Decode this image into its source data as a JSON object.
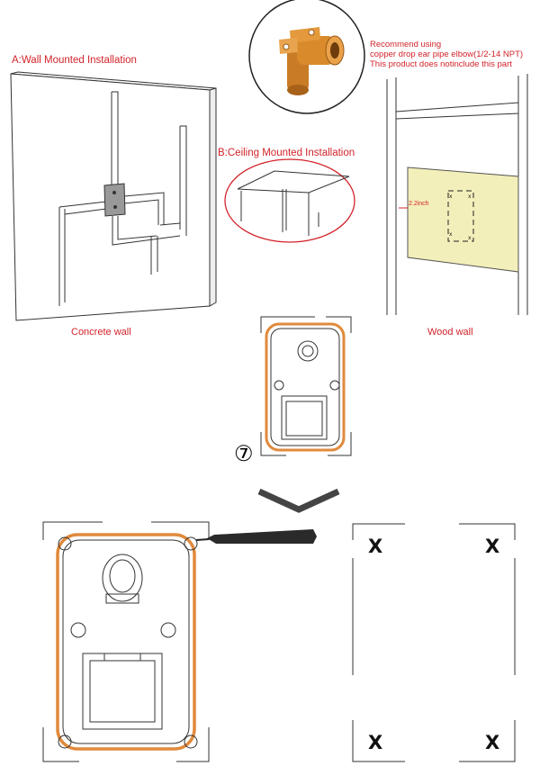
{
  "labels": {
    "wall_mounted": "A:Wall Mounted Installation",
    "ceiling_mounted": "B:Ceiling Mounted Installation",
    "concrete_wall": "Concrete  wall",
    "wood_wall": "Wood  wall",
    "recommend_lines": [
      "Recommend using",
      "copper drop ear pipe elbow(1/2-14 NPT)",
      "This product does notinclude this part"
    ],
    "distance": "2.2inch",
    "step_number": "⑦"
  },
  "template_marks": [
    "X",
    "X",
    "X",
    "X"
  ],
  "colors": {
    "label_red": "#d2232a",
    "gasket_orange": "#e08a3c",
    "wood_board": "#f3efba",
    "copper_elbow": "#d98a2b",
    "line": "#333333"
  }
}
